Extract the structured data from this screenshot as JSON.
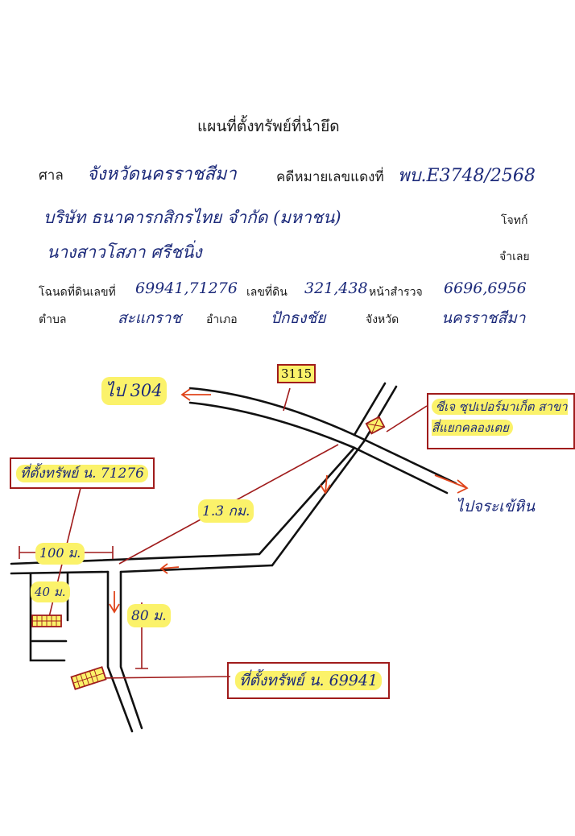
{
  "header": {
    "title": "แผนที่ตั้งทรัพย์ที่นำยึด"
  },
  "case": {
    "court_label": "ศาล",
    "court_value": "จังหวัดนครราชสีมา",
    "case_no_label": "คดีหมายเลขแดงที่",
    "case_no_value": "พบ.E3748/2568",
    "plaintiff_value": "บริษัท ธนาคารกสิกรไทย จำกัด (มหาชน)",
    "plaintiff_label": "โจทก์",
    "defendant_value": "นางสาวโสภา ศรีชนิ่ง",
    "defendant_label": "จำเลย"
  },
  "deed": {
    "deed_label": "โฉนดที่ดินเลขที่",
    "deed_value": "69941,71276",
    "land_no_label": "เลขที่ดิน",
    "land_no_value": "321,438",
    "survey_label": "หน้าสำรวจ",
    "survey_value": "6696,6956",
    "subdistrict_label": "ตำบล",
    "subdistrict_value": "สะแกราช",
    "district_label": "อำเภอ",
    "district_value": "ปักธงชัย",
    "province_label": "จังหวัด",
    "province_value": "นครราชสีมา"
  },
  "map": {
    "to_304": "ไป 304",
    "road_3115": "3115",
    "supermarket": "ซีเจ ซุปเปอร์มาเก็ต สาขาสี่แยกคลองเตย",
    "to_chok_chai": "ไปจระเข้หิน",
    "plot_71276": "ที่ตั้งทรัพย์ น. 71276",
    "dist_13km": "1.3 กม.",
    "dist_100m": "100 ม.",
    "dist_40m": "40 ม.",
    "dist_80m": "80 ม.",
    "plot_69941": "ที่ตั้งทรัพย์ น. 69941"
  },
  "colors": {
    "ink_blue": "#1c2a7a",
    "highlight": "#fbf26a",
    "marker_red": "#a01c1c",
    "arrow_orange": "#e0451c"
  }
}
